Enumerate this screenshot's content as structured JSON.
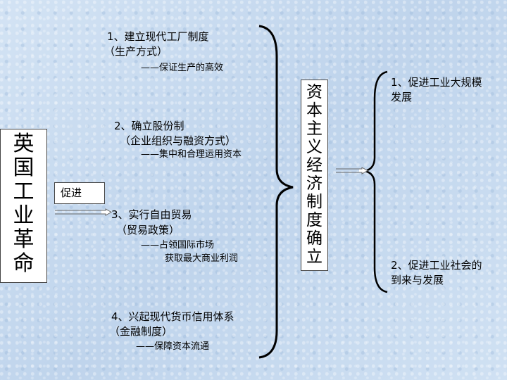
{
  "main_subject": [
    "英",
    "国",
    "工",
    "业",
    "革",
    "命"
  ],
  "promote_label": "促进",
  "items": [
    {
      "title": "1、建立现代工厂制度",
      "subtitle": "（生产方式）",
      "notes": [
        "——保证生产的高效"
      ]
    },
    {
      "title": "2、确立股份制",
      "subtitle": "（企业组织与融资方式）",
      "notes": [
        "——集中和合理运用资本"
      ]
    },
    {
      "title": "3、实行自由贸易",
      "subtitle": "（贸易政策）",
      "notes": [
        "——占领国际市场",
        "获取最大商业利润"
      ]
    },
    {
      "title": "4、兴起现代货币信用体系",
      "subtitle": "（金融制度）",
      "notes": [
        "——保障资本流通"
      ]
    }
  ],
  "result": [
    "资",
    "本",
    "主",
    "义",
    "经",
    "济",
    "制",
    "度",
    "确",
    "立"
  ],
  "outcomes": [
    {
      "line1": "1、促进工业大规模",
      "line2": "发展"
    },
    {
      "line1": "2、促进工业社会的",
      "line2": "到来与发展"
    }
  ]
}
